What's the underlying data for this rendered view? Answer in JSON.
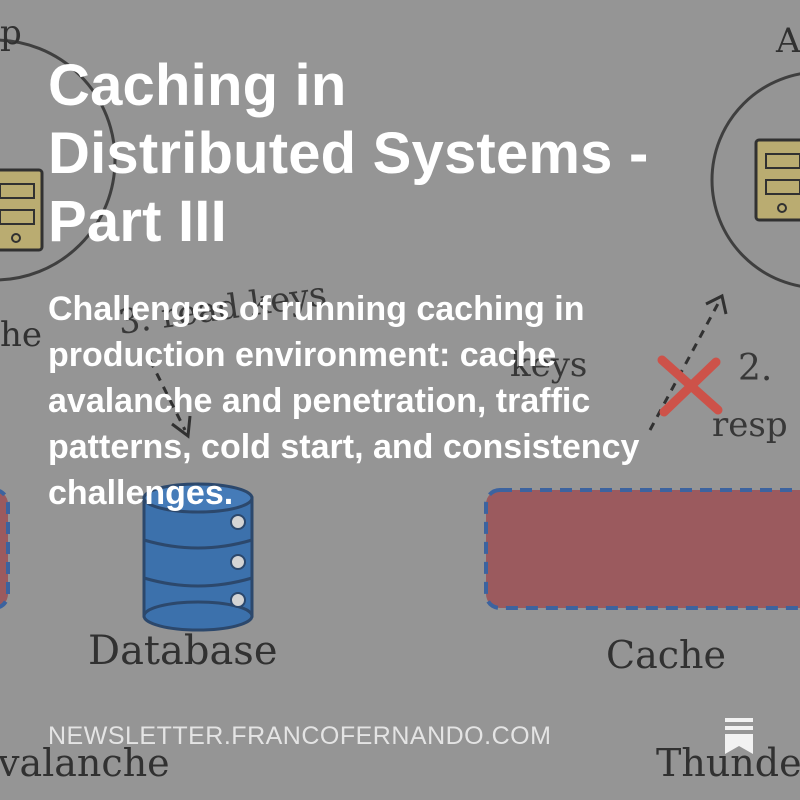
{
  "title": "Caching in Distributed Systems - Part III",
  "subtitle": "Challenges of running caching in production environment: cache avalanche and penetration, traffic patterns, cold start, and consistency challenges.",
  "site": "NEWSLETTER.FRANCOFERNANDO.COM",
  "background_diagram": {
    "labels": {
      "read_keys_left": "3. read keys",
      "read_keys_right": "keys",
      "response_step": "2.",
      "response_label": "resp",
      "database": "Database",
      "cache": "Cache",
      "avalanche": "valanche",
      "thunder": "Thunde"
    }
  },
  "icons": {
    "bookmark": "bookmark-icon"
  },
  "colors": {
    "background": "#9b9b9b",
    "database_blue": "#2f6fb8",
    "cache_red": "#a35458",
    "text_white": "#ffffff",
    "arrow_red": "#e04a3f"
  }
}
